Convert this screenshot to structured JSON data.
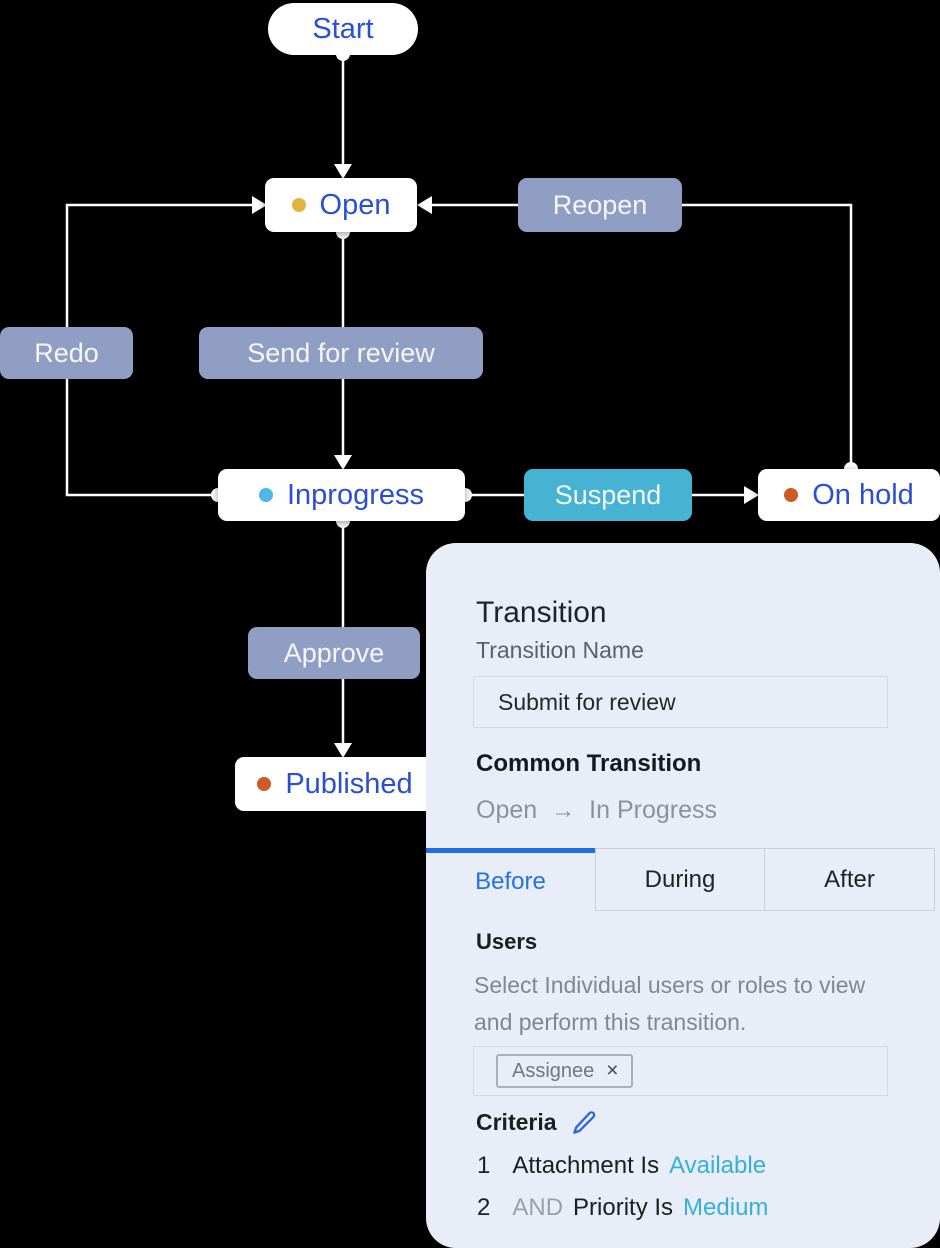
{
  "diagram": {
    "states": {
      "start": {
        "label": "Start"
      },
      "open": {
        "label": "Open",
        "dot_color": "#e2b340"
      },
      "inprogress": {
        "label": "Inprogress",
        "dot_color": "#4fb6e8"
      },
      "onhold": {
        "label": "On hold",
        "dot_color": "#cc5c26"
      },
      "published": {
        "label": "Published",
        "dot_color": "#cc5c26"
      }
    },
    "transitions": {
      "reopen": {
        "label": "Reopen"
      },
      "redo": {
        "label": "Redo"
      },
      "send_for_review": {
        "label": "Send for review"
      },
      "suspend": {
        "label": "Suspend"
      },
      "approve": {
        "label": "Approve"
      }
    },
    "colors": {
      "transition_button": "#919ec4",
      "suspend_button": "#47b3d2",
      "state_text": "#2b4fd4",
      "connector_line": "#ffffff"
    }
  },
  "panel": {
    "title": "Transition",
    "transition_name_label": "Transition Name",
    "transition_name_value": "Submit for review",
    "common_transition_label": "Common Transition",
    "common_from": "Open",
    "common_arrow": "→",
    "common_to": "In Progress",
    "tabs": [
      {
        "label": "Before",
        "active": true
      },
      {
        "label": "During",
        "active": false
      },
      {
        "label": "After",
        "active": false
      }
    ],
    "users": {
      "label": "Users",
      "description_line1": "Select Individual users or roles to view",
      "description_line2": "and perform this transition.",
      "chip_label": "Assignee",
      "chip_remove": "×"
    },
    "criteria": {
      "label": "Criteria",
      "rows": [
        {
          "num": "1",
          "conjunction": "",
          "text": "Attachment Is",
          "value": "Available"
        },
        {
          "num": "2",
          "conjunction": "AND",
          "text": "Priority Is",
          "value": "Medium"
        }
      ]
    },
    "colors": {
      "background": "#e8edf8",
      "active_tab": "#2470e8",
      "criteria_value": "#35b0d8",
      "edit_icon": "#2563eb"
    }
  }
}
